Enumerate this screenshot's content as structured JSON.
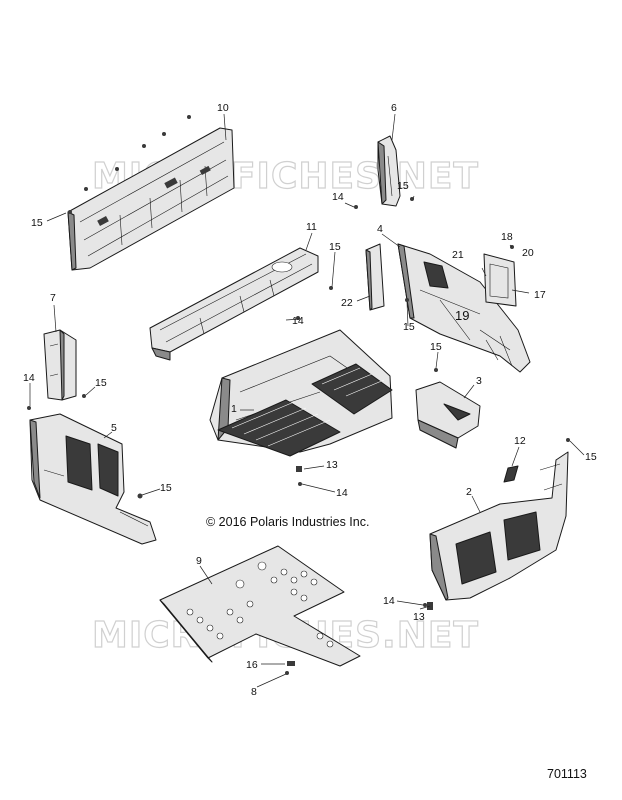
{
  "watermark": "MICROFICHES.NET",
  "copyright": "© 2016 Polaris Industries Inc.",
  "figure_number": "701113",
  "callouts": {
    "c10": "10",
    "c6": "6",
    "c15a": "15",
    "c14a": "14",
    "c15b": "15",
    "c4": "4",
    "c18": "18",
    "c20": "20",
    "c21": "21",
    "c11": "11",
    "c15c": "15",
    "c22": "22",
    "c17": "17",
    "c19": "19",
    "c15d": "15",
    "c14b": "14",
    "c7": "7",
    "c14c": "14",
    "c15e": "15",
    "c15f": "15",
    "c3": "3",
    "c1": "1",
    "c5": "5",
    "c13a": "13",
    "c14d": "14",
    "c12": "12",
    "c15g": "15",
    "c15h": "15",
    "c2": "2",
    "c9": "9",
    "c14e": "14",
    "c13b": "13",
    "c16": "16",
    "c8": "8"
  }
}
